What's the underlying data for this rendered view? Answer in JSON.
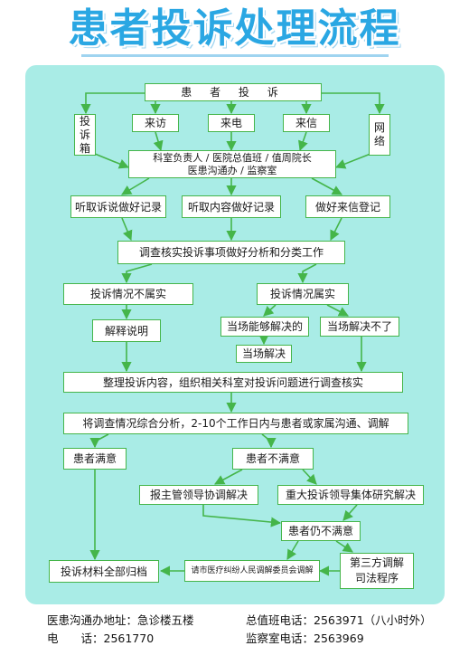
{
  "title": "患者投诉处理流程",
  "nodes": {
    "complaint": "患 者 投 诉",
    "channel_box": [
      "投",
      "诉",
      "箱"
    ],
    "channel_visit": "来访",
    "channel_phone": "来电",
    "channel_letter": "来信",
    "channel_net": [
      "网",
      "络"
    ],
    "receivers_line1": "科室负责人 / 医院总值班 / 值周院长",
    "receivers_line2": "医患沟通办 / 监察室",
    "record_verbal": "听取诉说做好记录",
    "record_content": "听取内容做好记录",
    "record_letter": "做好来信登记",
    "investigate": "调查核实投诉事项做好分析和分类工作",
    "not_valid": "投诉情况不属实",
    "valid": "投诉情况属实",
    "explain": "解释说明",
    "can_solve": "当场能够解决的",
    "cannot_solve": "当场解决不了",
    "solve_now": "当场解决",
    "organize": "整理投诉内容，组织相关科室对投诉问题进行调查核实",
    "communicate": "将调查情况综合分析，2-10个工作日内与患者或家属沟通、调解",
    "satisfied": "患者满意",
    "unsatisfied": "患者不满意",
    "report_leader": "报主管领导协调解决",
    "major_complaint": "重大投诉领导集体研究解决",
    "still_unsatisfied": "患者仍不满意",
    "archive": "投诉材料全部归档",
    "mediation": "请市医疗纠纷人民调解委员会调解",
    "third_party_line1": "第三方调解",
    "third_party_line2": "司法程序"
  },
  "footer": {
    "office_address": "医患沟通办地址：急诊楼五楼",
    "phone_label": "电　　话：2561770",
    "duty_phone": "总值班电话：2563971（八小时外）",
    "supervision_phone": "监察室电话：2563969"
  },
  "colors": {
    "title": "#2aa7e3",
    "panel": "#a9ece6",
    "border": "#45b54a",
    "arrow": "#45b54a"
  }
}
